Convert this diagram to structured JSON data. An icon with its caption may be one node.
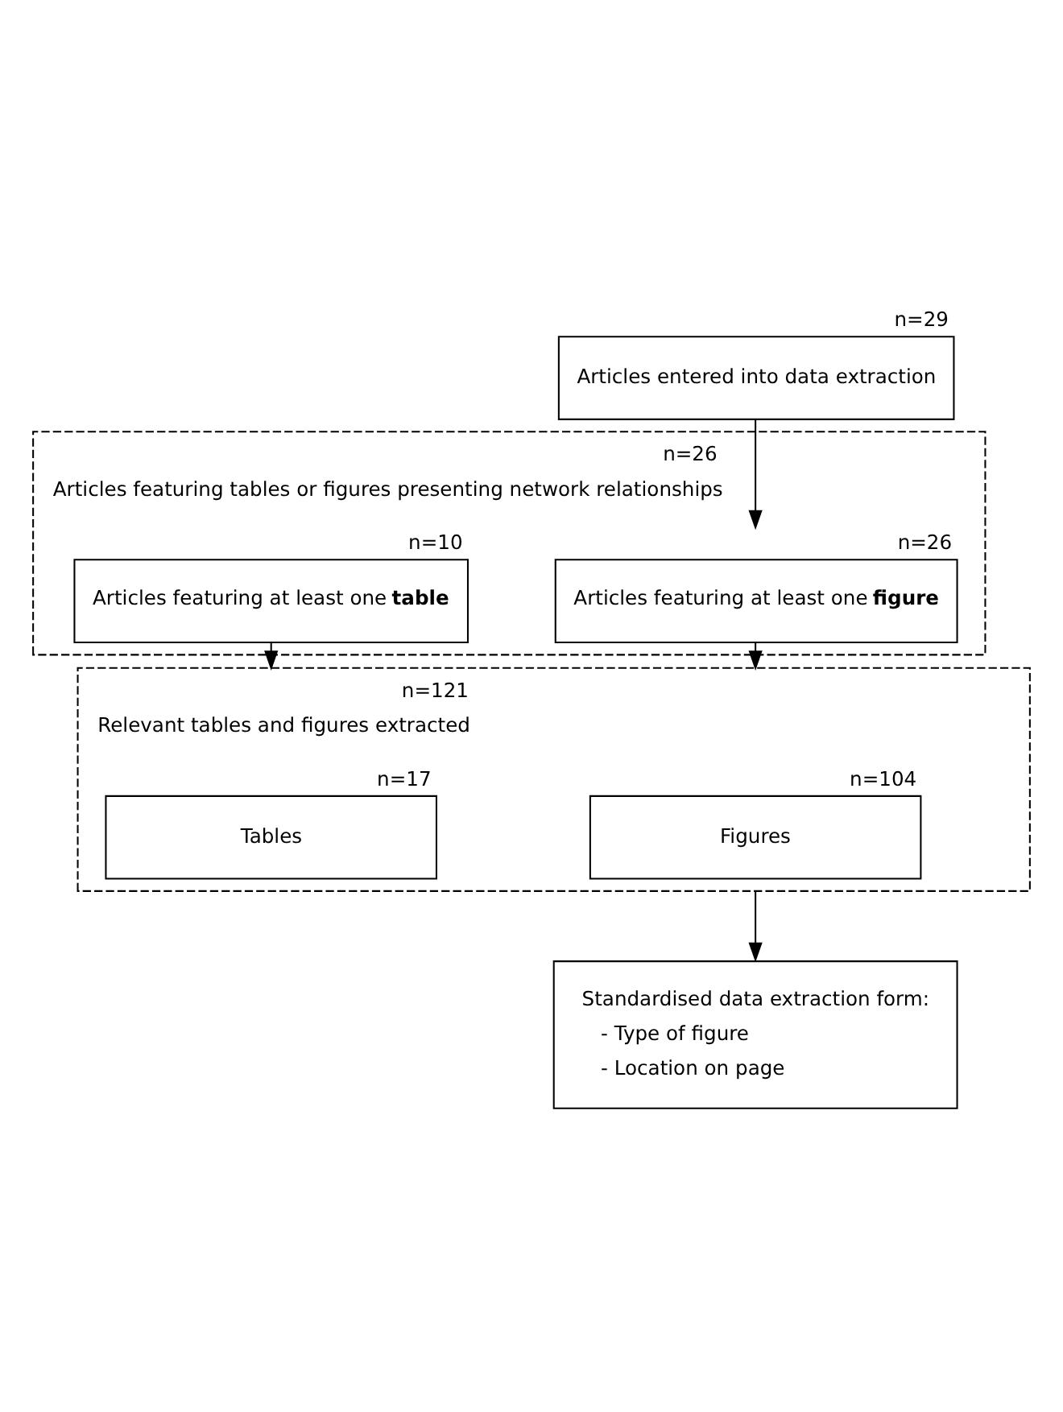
{
  "diagram": {
    "nodes": [
      {
        "text": [
          "Articles entered into data extraction"
        ],
        "beside": [
          "n=29"
        ]
      },
      {
        "text": [
          "Articles featuring tables or figures presenting network relationships"
        ],
        "beside": [
          "n=26"
        ]
      },
      {
        "text": [
          "Articles featuring at least one **figure**"
        ],
        "beside": [
          "n=26"
        ],
        "in": 1
      },
      {
        "text": [
          "Articles featuring at least one **table**"
        ],
        "beside": [
          "n=10"
        ],
        "in": 1
      },
      {
        "text": [
          "Relevant tables and figures extracted"
        ],
        "beside": [
          "n=121"
        ]
      },
      {
        "text": [
          "Figures"
        ],
        "beside": [
          "n=104"
        ],
        "in": 4
      },
      {
        "text": [
          "Tables"
        ],
        "beside": [
          "n=17"
        ],
        "in": 4
      },
      {
        "text": [
          "Standardised data extraction form:",
          "- Type of figure",
          "- Location on page"
        ]
      }
    ],
    "edges": [
      {
        "from": 0,
        "to": 2,
        "arrow": "to"
      },
      {
        "from": 2,
        "to": 4,
        "arrow": "to"
      },
      {
        "from": 3,
        "to": 4,
        "arrow": "to"
      },
      {
        "from": 4,
        "to": 7,
        "arrow": "to"
      }
    ]
  }
}
